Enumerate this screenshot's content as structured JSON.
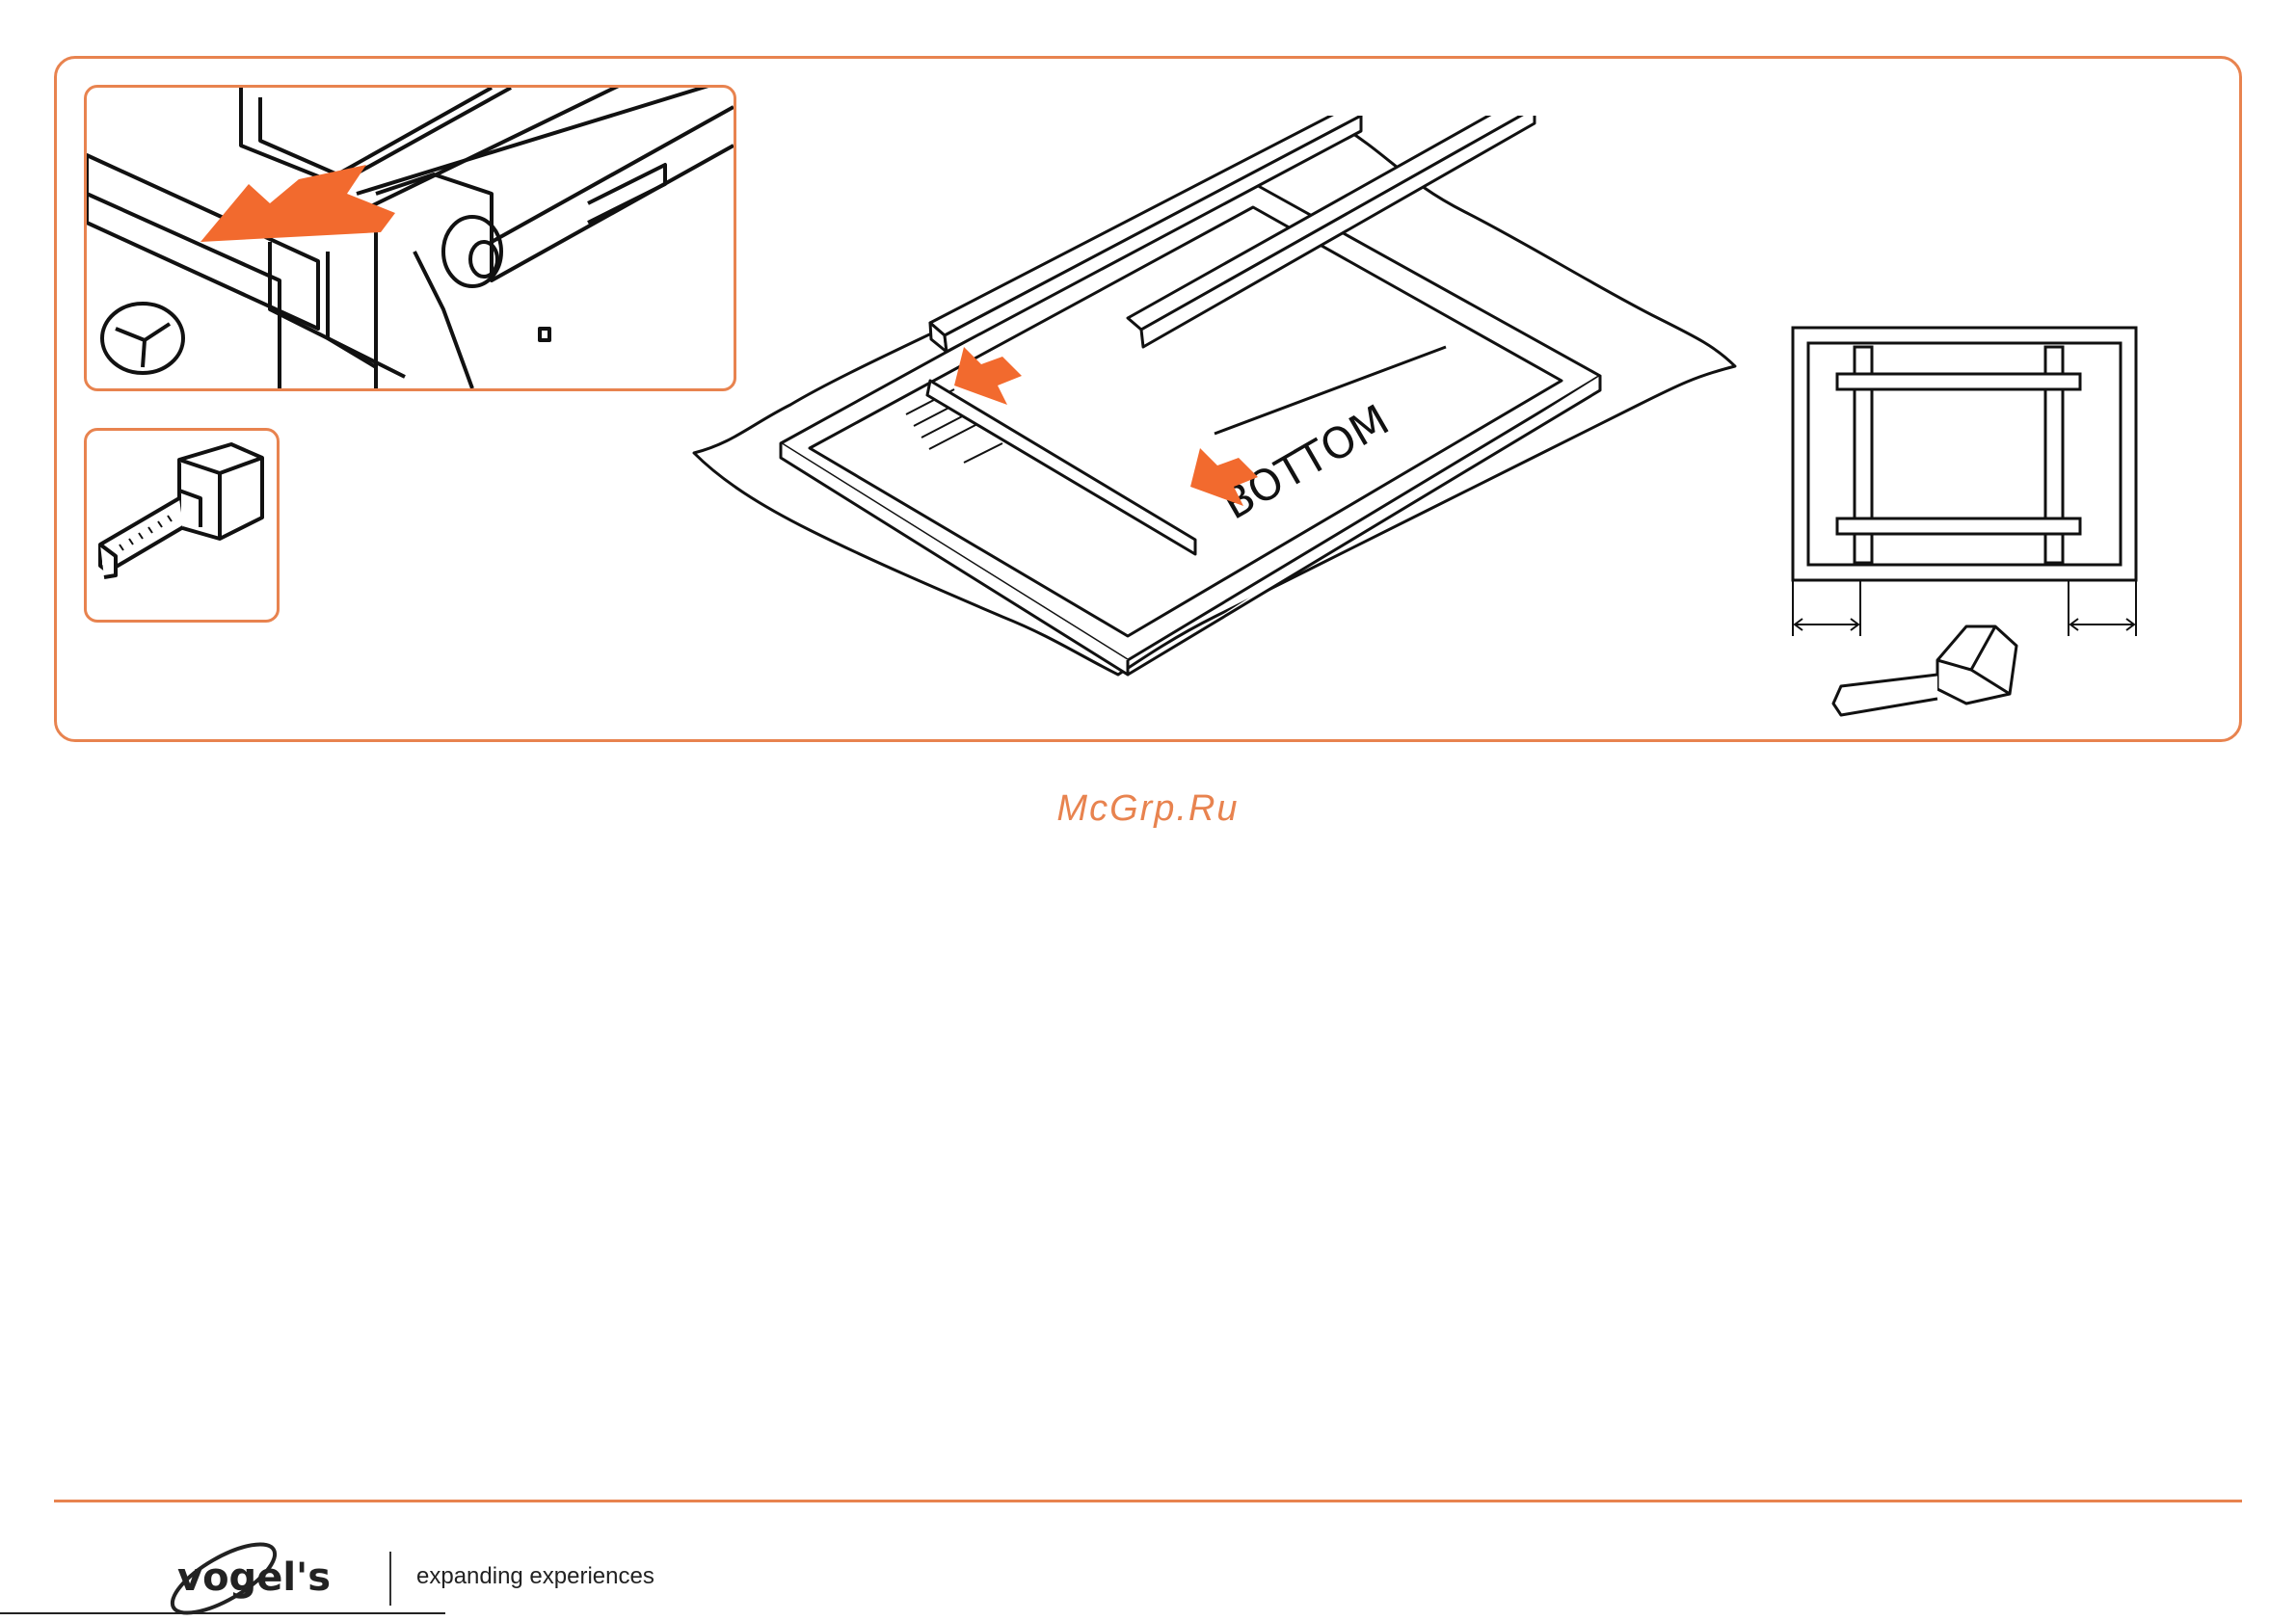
{
  "illustration": {
    "tv_label": "BOTTOM",
    "arrow_color": "#f26a2e",
    "frame_color": "#e8834f"
  },
  "watermark": "McGrp.Ru",
  "footer": {
    "brand_name": "vogel's",
    "tagline": "expanding experiences"
  }
}
